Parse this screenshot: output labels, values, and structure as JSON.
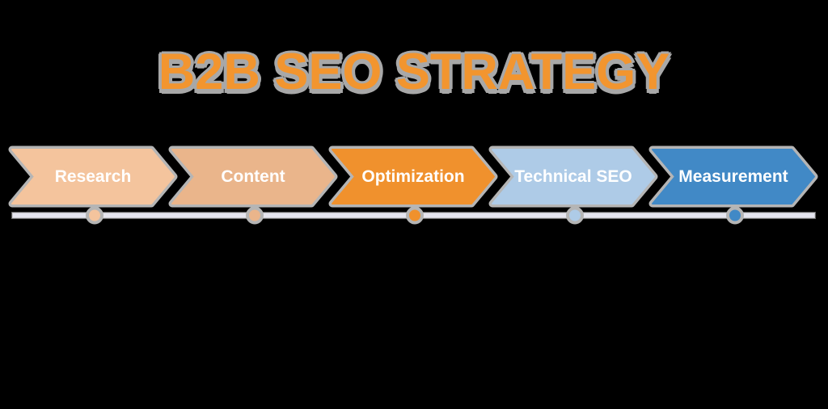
{
  "background": "#000000",
  "title": {
    "text": "B2B SEO STRATEGY",
    "color": "#F2952F",
    "shadow_color": "#A8A8A8"
  },
  "steps": [
    {
      "label": "Research",
      "color": "#F4C49D"
    },
    {
      "label": "Content",
      "color": "#EAB58B"
    },
    {
      "label": "Optimization",
      "color": "#F0912D"
    },
    {
      "label": "Technical SEO",
      "color": "#AECBE7"
    },
    {
      "label": "Measurement",
      "color": "#4189C6"
    }
  ],
  "timeline": {
    "line_color": "#E5E5EF",
    "outline_color": "#B5B5B5",
    "label_text_color": "#FFFFFF"
  }
}
